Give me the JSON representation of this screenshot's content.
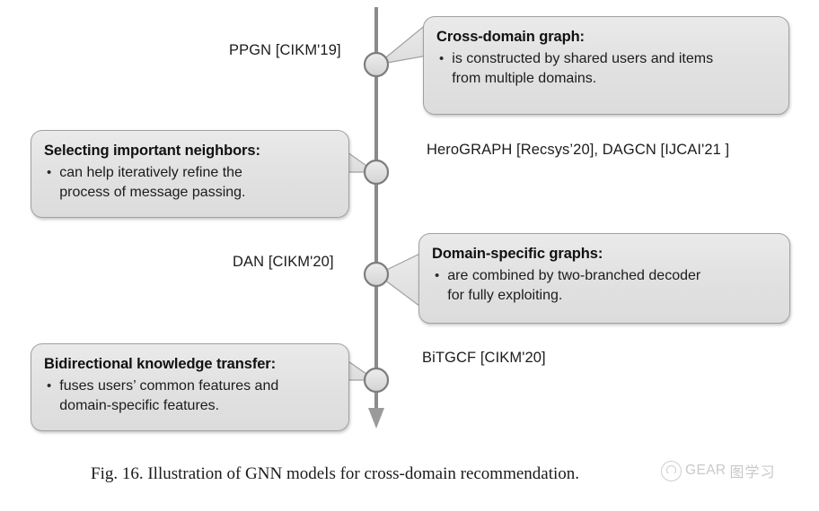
{
  "figure": {
    "caption": "Fig. 16.  Illustration of GNN models for cross-domain recommendation.",
    "accent_node_fill": "#dcdcdc",
    "accent_line": "#8a8a8a",
    "callout_fill": "#e2e2e2",
    "callout_border": "#a0a0a0"
  },
  "timeline": {
    "nodes": [
      {
        "id": "node-1",
        "label": "PPGN [CIKM'19]"
      },
      {
        "id": "node-2",
        "label": "HeroGRAPH [Recsys’20], DAGCN [IJCAI'21 ]"
      },
      {
        "id": "node-3",
        "label": "DAN [CIKM'20]"
      },
      {
        "id": "node-4",
        "label": "BiTGCF [CIKM'20]"
      }
    ]
  },
  "callouts": [
    {
      "id": "callout-cross-domain-graph",
      "title": "Cross-domain graph:",
      "bullet": "•",
      "lines": [
        "is constructed by shared users and items",
        "from multiple domains."
      ]
    },
    {
      "id": "callout-selecting-neighbors",
      "title": "Selecting important neighbors:",
      "bullet": "•",
      "lines": [
        "can help iteratively refine the",
        "process of message passing."
      ]
    },
    {
      "id": "callout-domain-specific-graphs",
      "title": "Domain-specific graphs:",
      "bullet": "•",
      "lines": [
        "are combined by two-branched decoder",
        "for fully exploiting."
      ]
    },
    {
      "id": "callout-bidirectional-transfer",
      "title": "Bidirectional knowledge transfer:",
      "bullet": "•",
      "lines": [
        "fuses users’ common features and",
        "domain-specific features."
      ]
    }
  ],
  "watermark": {
    "text": "GEAR",
    "cjk": "图学习"
  }
}
